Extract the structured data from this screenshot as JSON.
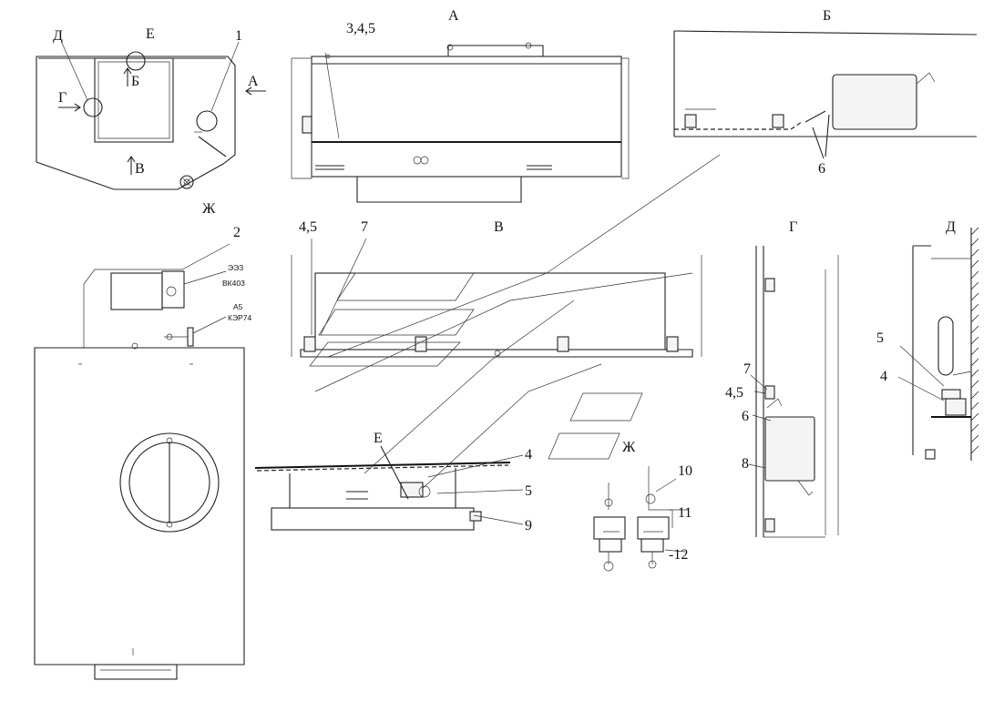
{
  "views": {
    "A": "А",
    "B": "Б",
    "V": "В",
    "G": "Г",
    "D": "Д",
    "E": "Е",
    "Zh": "Ж"
  },
  "plan_markers": {
    "D": "Д",
    "E": "Е",
    "G": "Г",
    "B": "Б",
    "A": "А",
    "V": "В",
    "Zh": "Ж",
    "item1": "1"
  },
  "callouts": {
    "c345": "3,4,5",
    "c2": "2",
    "c45_v": "4,5",
    "c7_v": "7",
    "c6_b": "6",
    "c4_e": "4",
    "c5_e": "5",
    "c9_e": "9",
    "c10": "10",
    "c11": "11",
    "c12": "-12",
    "c7_g": "7",
    "c45_g": "4,5",
    "c6_g": "6",
    "c8_g": "8",
    "c5_d": "5",
    "c4_d": "4"
  },
  "wire_tags": {
    "t1_top": "ЭЭЗ",
    "t1_bottom": "ВК403",
    "t2_top": "А5",
    "t2_bottom": "КЭР74"
  },
  "icons": {
    "connector": "connector-icon",
    "bracket": "bracket-icon",
    "bolt": "bolt-icon"
  }
}
